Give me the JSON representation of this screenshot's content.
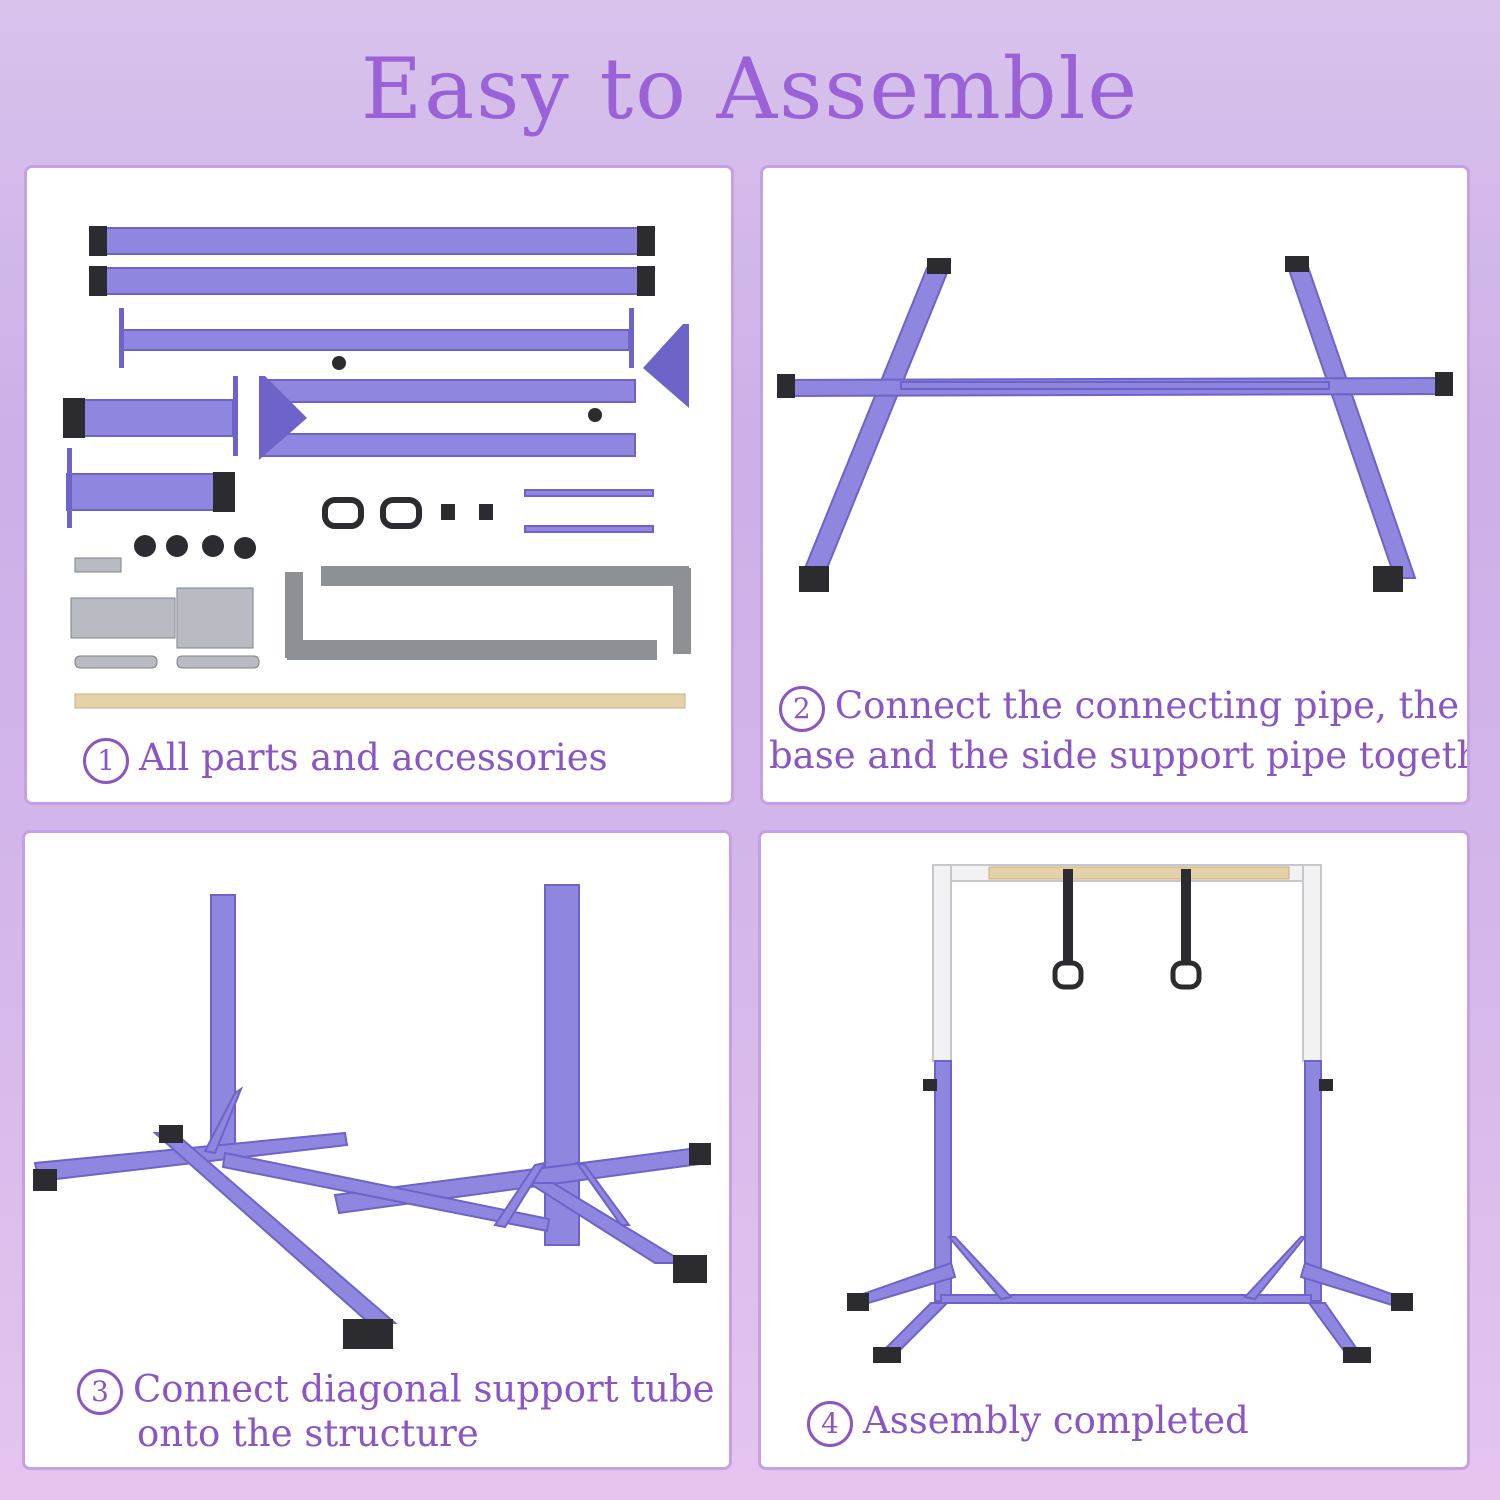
{
  "title": "Easy to Assemble",
  "colors": {
    "frame": "#8f86e0",
    "frame_dark": "#6d63c8",
    "accent": "#9a62d6",
    "caption": "#8a55c4",
    "foot": "#2c2b30",
    "grey_part": "#8d9094",
    "wood": "#e6d2a8"
  },
  "steps": [
    {
      "number": "1",
      "text": "All parts and accessories"
    },
    {
      "number": "2",
      "line1": "Connect the connecting pipe, the",
      "line2": "base and the side support pipe together"
    },
    {
      "number": "3",
      "line1": "Connect diagonal support tube",
      "line2": "onto the structure"
    },
    {
      "number": "4",
      "text": "Assembly completed"
    }
  ]
}
